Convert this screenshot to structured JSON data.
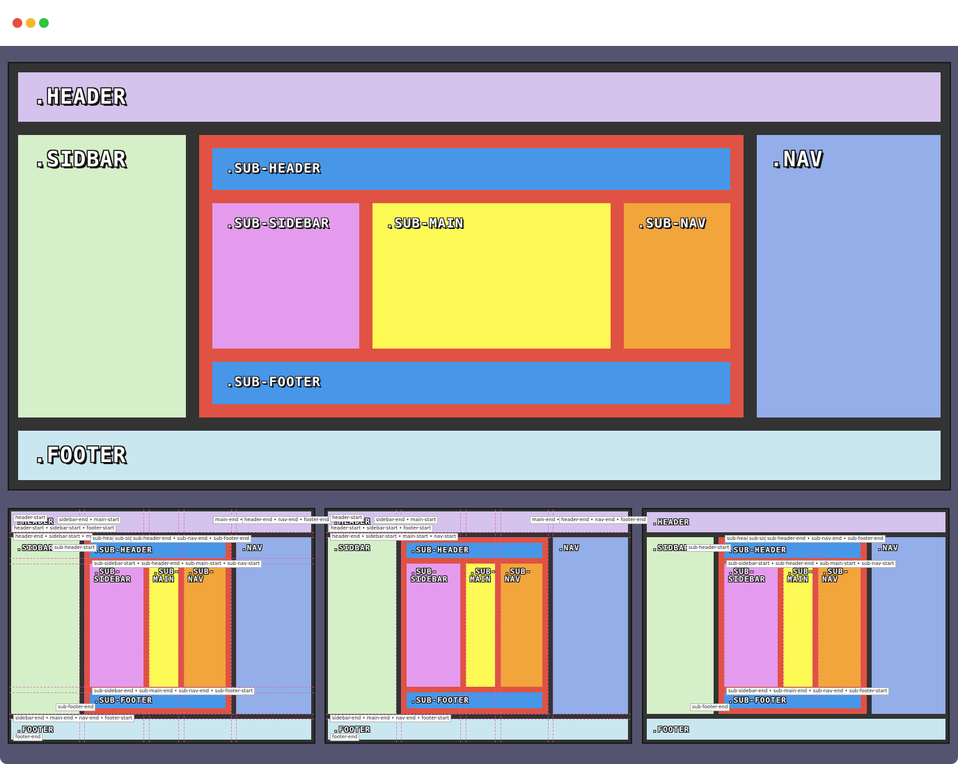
{
  "colors": {
    "window_background": "#555470",
    "grid_background": "#333333",
    "header": "#d5c3ee",
    "sidebar": "#d5efc8",
    "subgrid": "#e05243",
    "sub_header": "#4796e8",
    "sub_sidebar": "#e49bee",
    "sub_main": "#fdfa55",
    "sub_nav": "#f2a53a",
    "sub_footer": "#4796e8",
    "nav": "#93aee8",
    "footer": "#cae7ef",
    "line_marker": "#e15aaf",
    "window_controls": [
      "#ec4c3e",
      "#f6b531",
      "#2ec540"
    ]
  },
  "labels": {
    "header": ".HEADER",
    "sidebar": ".SIDBAR",
    "sub_header": ".SUB-HEADER",
    "sub_sidebar": ".SUB-SIDEBAR",
    "sub_main": ".SUB-MAIN",
    "sub_nav": ".SUB-NAV",
    "sub_footer": ".SUB-FOOTER",
    "nav": ".NAV",
    "footer": ".FOOTER",
    "sub_sidebar_small": ".SUB- SIDEBAR",
    "sub_main_small": ".SUB- MAIN",
    "sub_nav_small": ".SUB- NAV"
  },
  "line_names": {
    "header_start": "header-start",
    "sidebar_end_main_start": "sidebar-end • main-start",
    "main_end_nav_start": "main-end • nav-start",
    "header_end_nav_end_footer_end": "header-end • nav-end • footer-end",
    "header_start_sidebar_start_footer_start": "header-start • sidebar-start • footer-start",
    "header_end_sidebar_start_main_start": "header-end • sidebar-start • main-start",
    "header_end_sidebar_start_main_start_nav_start": "header-end • sidebar-start • main-start • nav-start",
    "sub_header_start": "sub-header-start",
    "sub_header_end_row": "sub-header-end • sub-nav-end • sub-footer-end",
    "sub_sidebar_start_row": "sub-sidebar-start • sub-header-end • sub-main-start • sub-nav-start",
    "sub_sidebar_end_row": "sub-sidebar-end • sub-main-end • sub-nav-end • sub-footer-start",
    "sub_footer_end": "sub-footer-end",
    "sidebar_end_row": "sidebar-end • main-end • nav-end • footer-start",
    "footer_end": "footer-end",
    "sub_heade_cut": "sub-heade",
    "sub_side_cut": "sub-side",
    "sub_side_cut_b": "sub-side"
  }
}
